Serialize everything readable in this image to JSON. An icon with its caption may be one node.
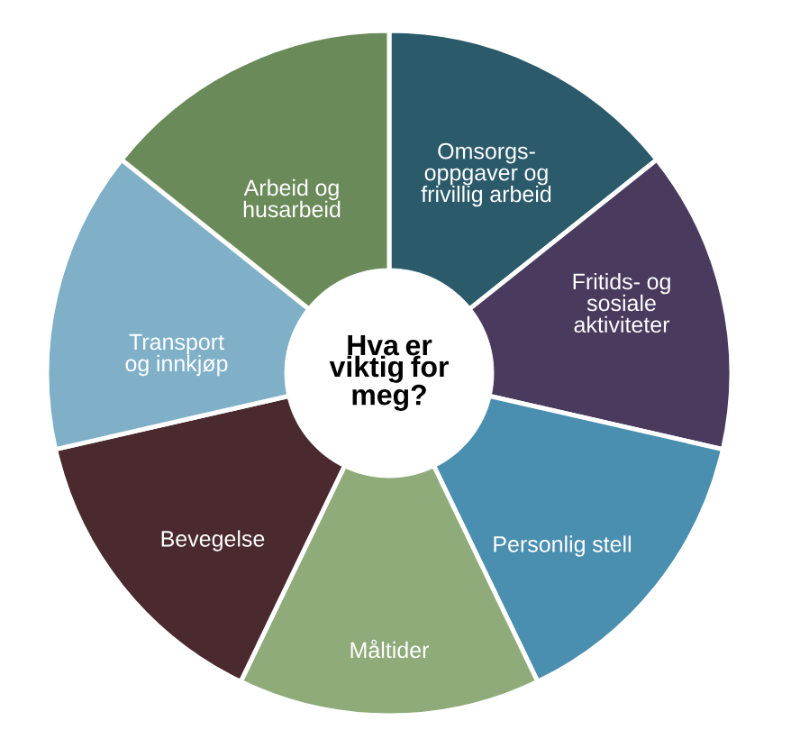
{
  "diagram": {
    "nodes": [
      {
        "text": [
          "Hva er viktig for meg?"
        ]
      },
      {
        "text": [
          "Omsorgs-oppgaver og frivillig arbeid"
        ]
      },
      {
        "text": [
          "Fritids- og sosiale aktiviteter"
        ]
      },
      {
        "text": [
          "Personlig stell"
        ]
      },
      {
        "text": [
          "Måltider"
        ]
      },
      {
        "text": [
          "Bevegelse"
        ]
      },
      {
        "text": [
          "Transport og innkjøp"
        ]
      },
      {
        "text": [
          "Arbeid og husarbeid"
        ]
      }
    ]
  }
}
